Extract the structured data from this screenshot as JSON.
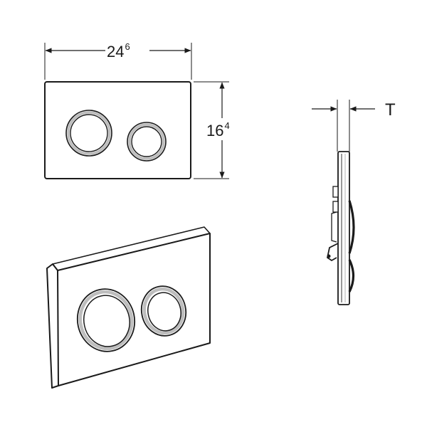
{
  "dimensions": {
    "width": {
      "main": "24",
      "sup": "6"
    },
    "height": {
      "main": "16",
      "sup": "4"
    },
    "thickness": {
      "label": "T"
    }
  },
  "colors": {
    "line": "#1a1a1a",
    "ring_light": "#bdbdbd",
    "background": "#ffffff"
  }
}
